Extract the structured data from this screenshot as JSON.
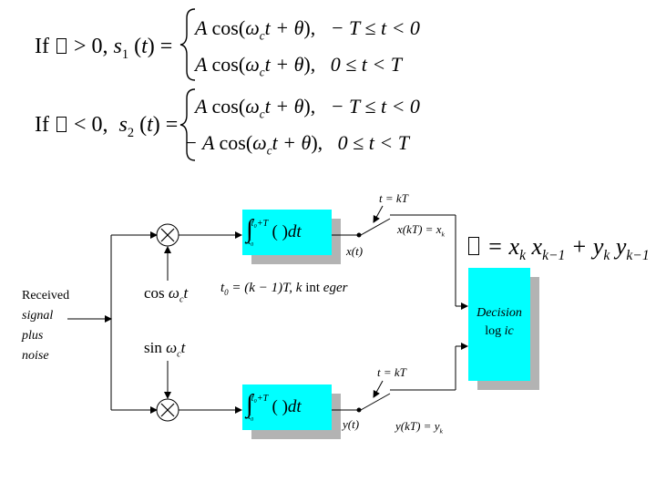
{
  "equations": {
    "case1": {
      "lhs": "If ▯ > 0, s₁(t) =",
      "row1": "A cos(ω_c t + θ),   −T ≤ t < 0",
      "row2": "A cos(ω_c t + θ),   0 ≤ t < T"
    },
    "case2": {
      "lhs": "If ▯ < 0,  s₂(t) =",
      "row1": "A cos(ω_c t + θ),   −T ≤ t < 0",
      "row2": "− A cos(ω_c t + θ),   0 ≤ t < T"
    }
  },
  "decision_formula": "▯ = x_k x_{k−1} + y_k y_{k−1}",
  "diagram": {
    "input_label": [
      "Received",
      "signal",
      "plus",
      "noise"
    ],
    "multiplier_symbol": "×",
    "carrier_cos": "cos ω_c t",
    "carrier_sin": "sin ω_c t",
    "integrator": "∫_{t0}^{t0+T} ( ) dt",
    "integration_window": "t0 = (k − 1)T, k integer",
    "upper_output": "x(t)",
    "lower_output": "y(t)",
    "upper_sample_time": "t = kT",
    "lower_sample_time": "t = kT",
    "upper_sample_value": "x(kT) = x_k",
    "lower_sample_value": "y(kT) = y_k",
    "decision_block": [
      "Decision",
      "logic"
    ]
  },
  "colors": {
    "block_fill": "#00ffff",
    "block_shadow": "#b3b3b3",
    "stroke": "#000000"
  }
}
